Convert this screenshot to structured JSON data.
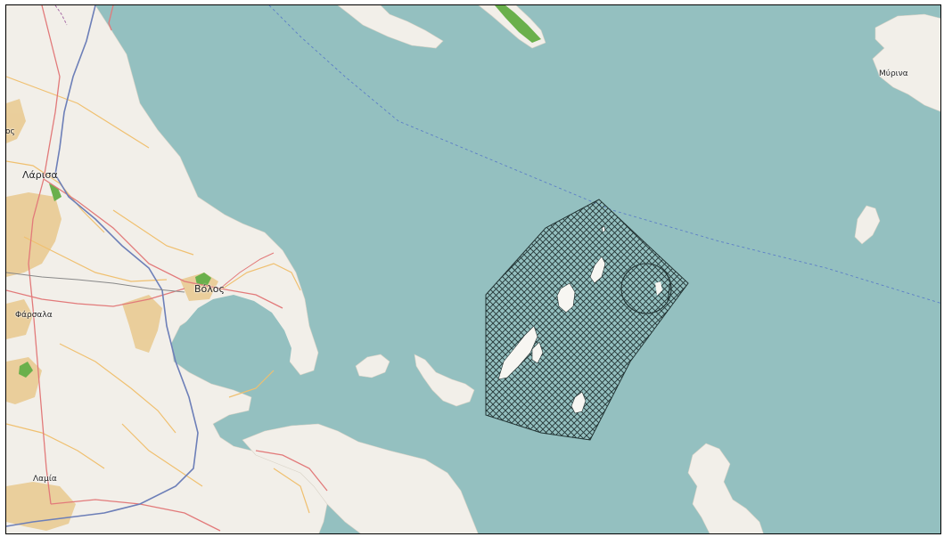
{
  "map": {
    "labels": {
      "larisa": "Λάρισα",
      "volos": "Βόλος",
      "farsala": "Φάρσαλα",
      "lamia": "Λαμία",
      "myrina": "Μύρινα",
      "edge_fragment": "ος"
    },
    "colors": {
      "sea": "#94c0c0",
      "land": "#f2efe9",
      "urban": "#e9c98e",
      "park": "#6ab04c",
      "motorway": "#6d7fb8",
      "primary_road": "#e27a7a",
      "secondary_road": "#f0c070",
      "border": "#a060a0",
      "maritime_boundary": "#5c7ec6",
      "hatch": "#223333"
    },
    "layers": {
      "protected_area": "hatched-polygon",
      "circle_zone": "outlined-circle",
      "maritime_line": "dashed"
    }
  }
}
